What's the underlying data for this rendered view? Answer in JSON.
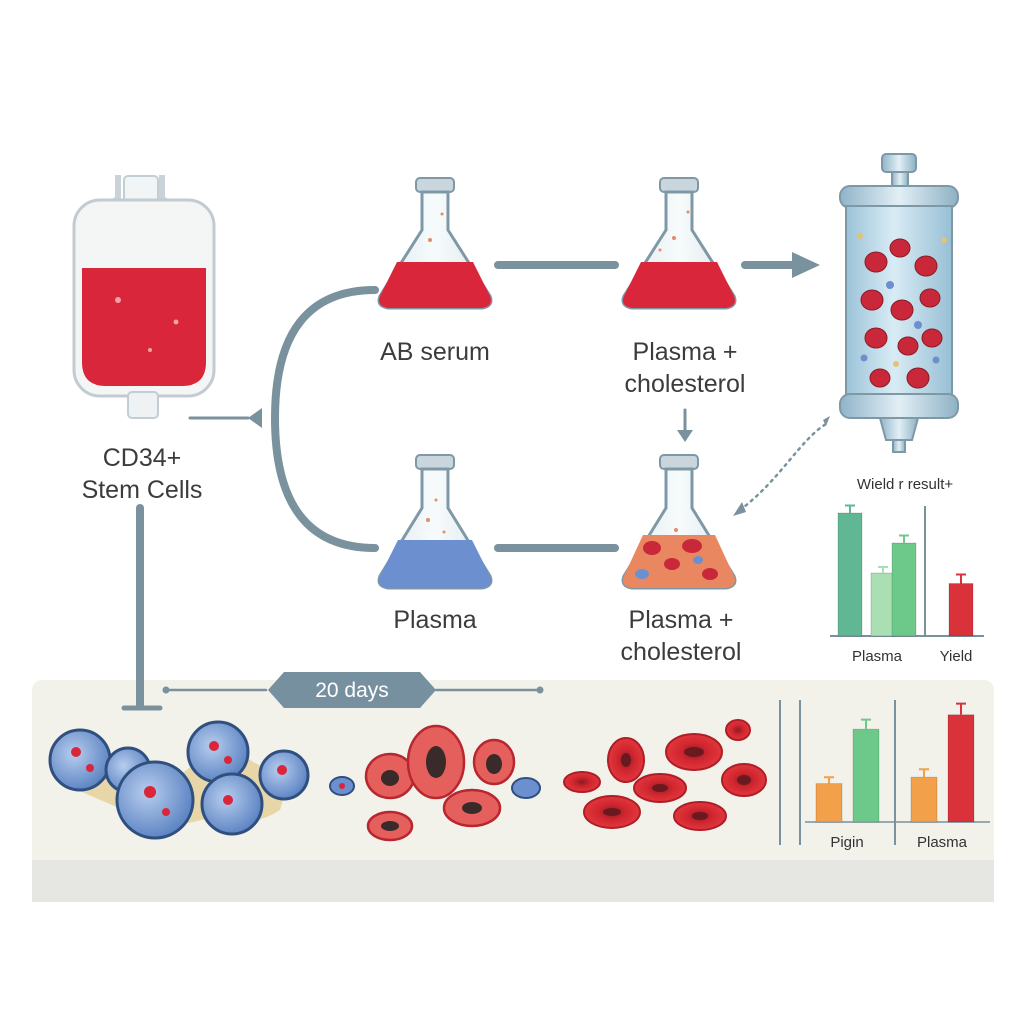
{
  "labels": {
    "bag": "CD34+\nStem Cells",
    "flask_ab": "AB serum",
    "flask_plasma": "Plasma",
    "flask_pc_top": "Plasma +\ncholesterol",
    "flask_pc_bottom": "Plasma +\ncholesterol",
    "duration": "20 days",
    "chart_top_title": "Wield r result+",
    "chart_top_x_left": "Plasma",
    "chart_top_x_right": "Yield",
    "chart_bottom_x_left": "Pigin",
    "chart_bottom_x_right": "Plasma"
  },
  "colors": {
    "blood_red": "#d9263a",
    "plasma_blue": "#6b8fcf",
    "arrow_gray": "#7a929e",
    "panel_bg": "#f1f0ea",
    "bar_teal": "#5fb893",
    "bar_light_green": "#a9dfb3",
    "bar_green": "#6cc98a",
    "bar_orange": "#f3a04a",
    "bar_red": "#d9323a"
  },
  "chart_data": [
    {
      "type": "bar",
      "title": "Wield r result+",
      "categories": [
        "Plasma",
        "Plasma",
        "Plasma",
        "Yield"
      ],
      "values": [
        0.82,
        0.42,
        0.62,
        0.35
      ],
      "bar_colors": [
        "#5fb893",
        "#a9dfb3",
        "#6cc98a",
        "#d9323a"
      ],
      "error": [
        0.05,
        0.04,
        0.05,
        0.06
      ],
      "xlabel": "",
      "ylabel": "",
      "ylim": [
        0,
        1
      ]
    },
    {
      "type": "bar",
      "categories": [
        "Pigin",
        "Pigin",
        "Plasma",
        "Plasma"
      ],
      "values": [
        0.24,
        0.58,
        0.28,
        0.67
      ],
      "bar_colors": [
        "#f3a04a",
        "#6cc98a",
        "#f3a04a",
        "#d9323a"
      ],
      "error": [
        0.04,
        0.06,
        0.05,
        0.07
      ],
      "xlabel": "",
      "ylabel": "",
      "ylim": [
        0,
        1
      ]
    }
  ]
}
